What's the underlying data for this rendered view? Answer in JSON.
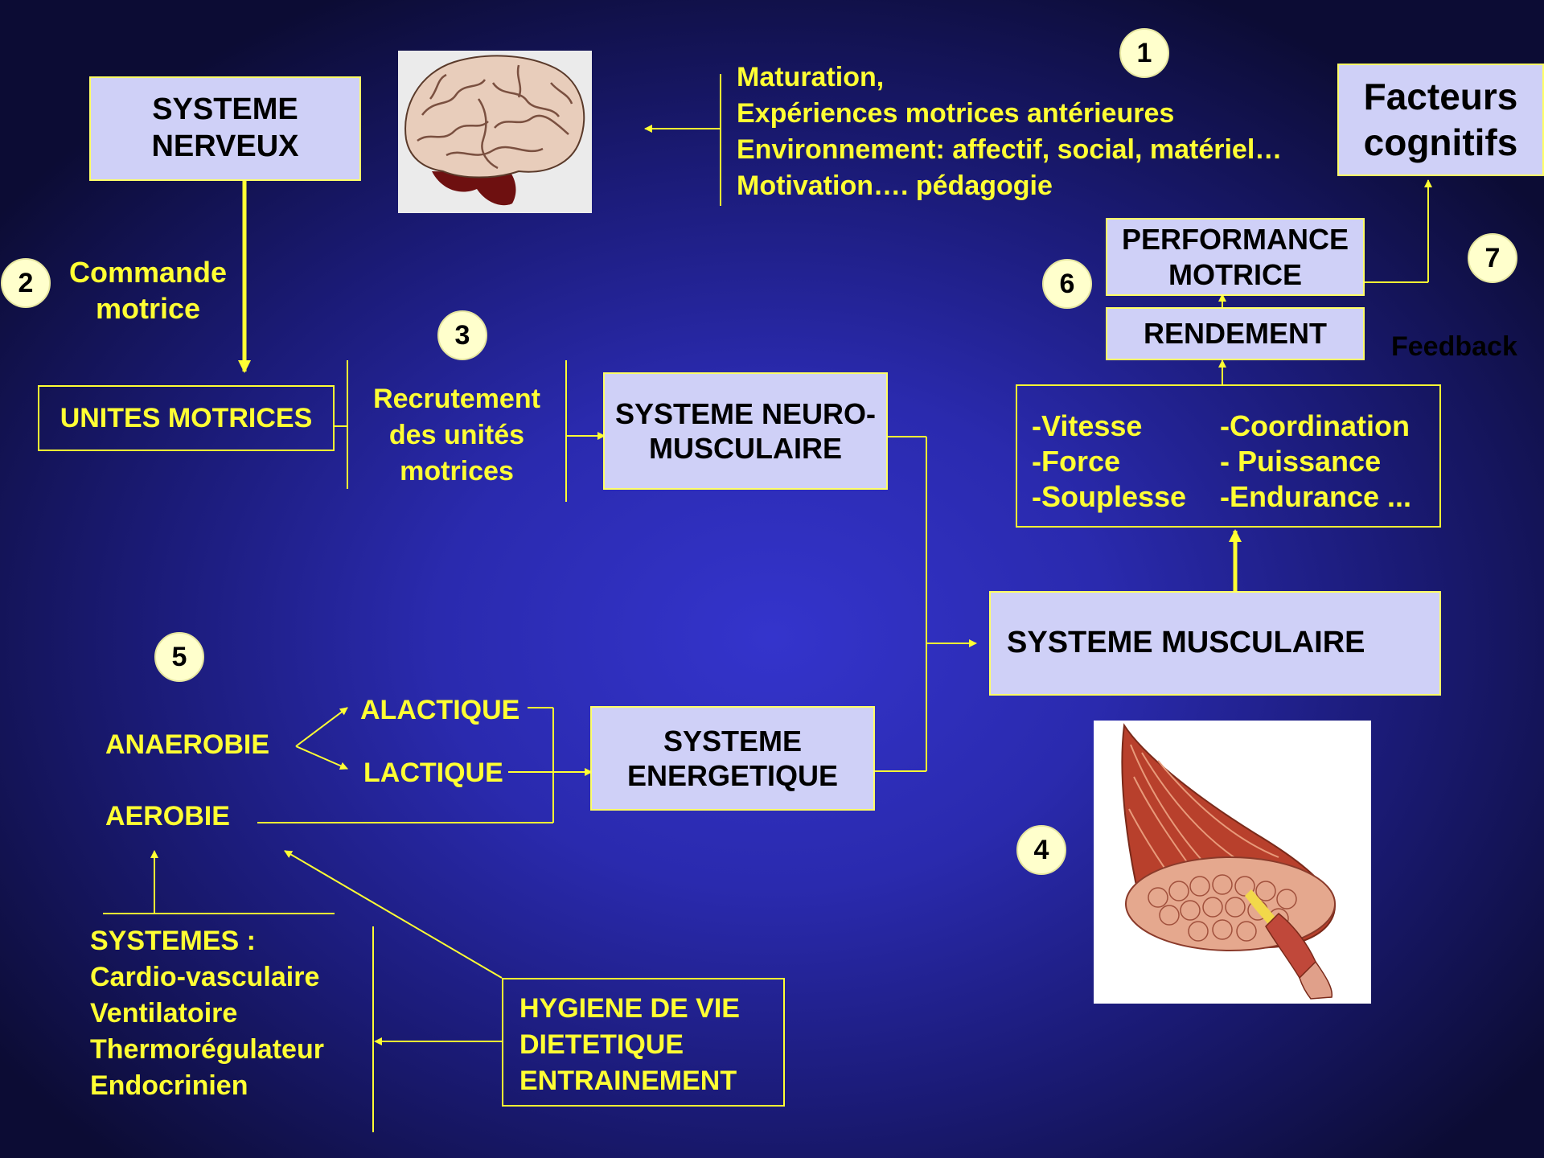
{
  "circles": {
    "c1": "1",
    "c2": "2",
    "c3": "3",
    "c4": "4",
    "c5": "5",
    "c6": "6",
    "c7": "7"
  },
  "boxes": {
    "nerveux": "SYSTEME NERVEUX",
    "unites": "UNITES MOTRICES",
    "neuro": "SYSTEME NEURO-MUSCULAIRE",
    "energetique": "SYSTEME ENERGETIQUE",
    "musculaire": "SYSTEME MUSCULAIRE",
    "rendement": "RENDEMENT",
    "performance": "PERFORMANCE MOTRICE",
    "cognitifs": "Facteurs cognitifs",
    "hygiene": [
      "HYGIENE DE VIE",
      "DIETETIQUE",
      "ENTRAINEMENT"
    ]
  },
  "factors": [
    "Maturation,",
    "Expériences motrices antérieures",
    "Environnement: affectif, social, matériel…",
    "Motivation…. pédagogie"
  ],
  "commande": "Commande motrice",
  "recrutement": "Recrutement des unités motrices",
  "qualities": {
    "left": [
      "-Vitesse",
      "-Force",
      "-Souplesse"
    ],
    "right": [
      "-Coordination",
      "- Puissance",
      "-Endurance ..."
    ]
  },
  "feedback": "Feedback",
  "energy": {
    "anaerobie": "ANAEROBIE",
    "alactique": "ALACTIQUE",
    "lactique": "LACTIQUE",
    "aerobie": "AEROBIE"
  },
  "systemes": [
    "SYSTEMES :",
    "Cardio-vasculaire",
    "Ventilatoire",
    "Thermorégulateur",
    "Endocrinien"
  ],
  "colors": {
    "accent": "#ffff33",
    "box_fill": "#cfd0f7",
    "background": "#2a2aae"
  },
  "icons": {
    "brain": "brain-illustration",
    "muscle": "muscle-cross-section-illustration"
  }
}
